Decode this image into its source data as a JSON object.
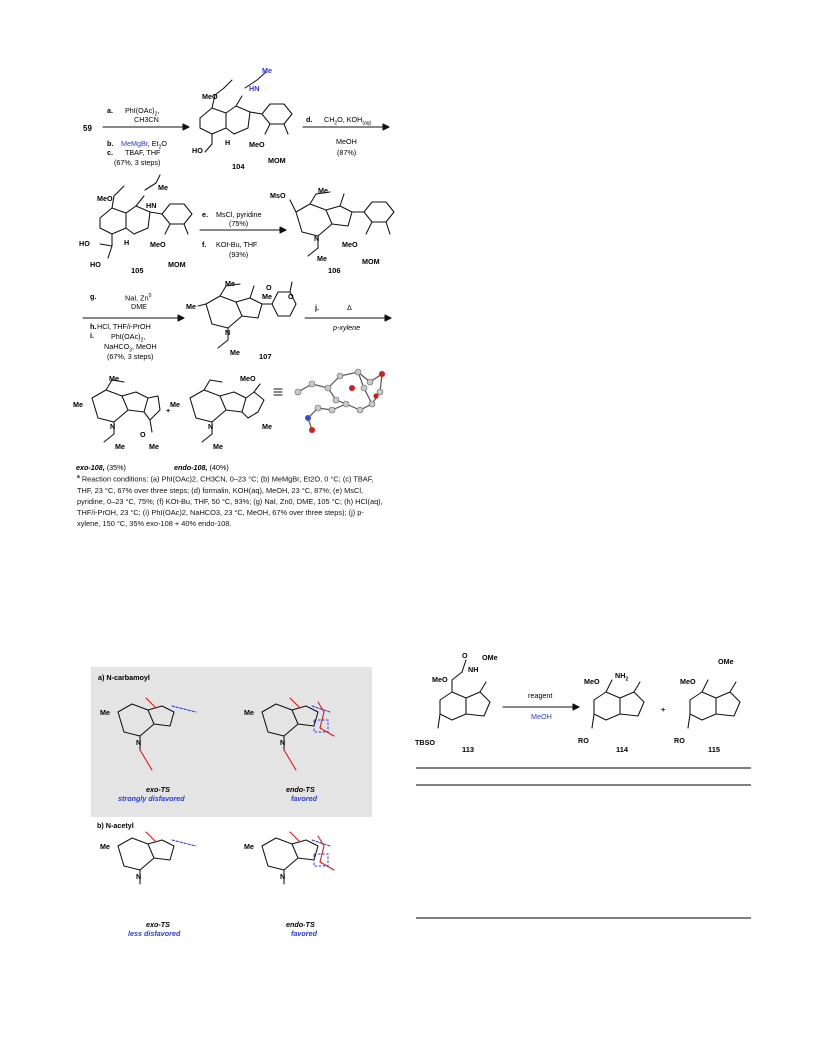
{
  "scheme": {
    "start_compound": "59",
    "step1": {
      "a_letter": "a.",
      "a_reagents": "PhI(OAc)",
      "a_sub": "2",
      "a_solvent": "CH3CN",
      "b_letter": "b.",
      "b_reagent_blue": "MeMgBr",
      "b_rest": ", Et",
      "b_rest2": "O",
      "c_letter": "c.",
      "c_reagents": "TBAF, THF",
      "yield": "(67%, 3 steps)"
    },
    "cpd104": "104",
    "step2": {
      "d_letter": "d.",
      "d_reagents": "CH2O, KOH(aq)",
      "d_solvent": "MeOH",
      "yield": "(87%)"
    },
    "cpd105": "105",
    "step3": {
      "e_letter": "e.",
      "e_reagents": "MsCl, pyridine",
      "e_yield": "(75%)",
      "f_letter": "f.",
      "f_reagents": "KOt-Bu, THF",
      "f_yield": "(93%)"
    },
    "cpd106": "106",
    "step4": {
      "g_letter": "g.",
      "g_reagents": "NaI, Zn0",
      "g_solvent": "DME",
      "h_letter": "h.",
      "h_reagents": "HCl, THF/i-PrOH",
      "i_letter": "i.",
      "i_reagents": "PhI(OAc)2,",
      "i_reagents2": "NaHCO3, MeOH",
      "yield": "(67%, 3 steps)"
    },
    "cpd107": "107",
    "step5": {
      "j_letter": "j.",
      "delta": "Δ",
      "solvent": "p-xylene"
    },
    "exo_label": "exo-108,",
    "exo_yield": "(35%)",
    "endo_label": "endo-108,",
    "endo_yield": "(40%)",
    "plus": "+",
    "equiv": "≡"
  },
  "footnote": {
    "marker": "a",
    "text": "Reaction conditions: (a) PhI(OAc)2, CH3CN, 0–23 °C; (b) MeMgBr, Et2O, 0 °C; (c) TBAF, THF, 23 °C, 67% over three steps; (d) formalin, KOH(aq), MeOH, 23 °C, 87%; (e) MsCl, pyridine, 0–23 °C, 75%; (f) KOt-Bu, THF, 50 °C, 93%; (g) NaI, Zn0, DME, 105 °C; (h) HCl(aq), THF/i-PrOH, 23 °C; (i) PhI(OAc)2, NaHCO3, 23 °C, MeOH, 67% over three steps); (j) p-xylene, 150 °C, 35% exo-108 + 40% endo-108."
  },
  "ts_figure": {
    "panel_a_title": "a) N-carbamoyl",
    "panel_b_title": "b) N-acetyl",
    "a_exo_label": "exo-TS",
    "a_exo_note": "strongly disfavored",
    "a_endo_label": "endo-TS",
    "a_endo_note": "favored",
    "b_exo_label": "exo-TS",
    "b_exo_note": "less disfavored",
    "b_endo_label": "endo-TS",
    "b_endo_note": "favored"
  },
  "table_scheme": {
    "cpd113": "113",
    "cpd114": "114",
    "cpd115": "115",
    "reagent": "reagent",
    "solvent": "MeOH",
    "plus": "+",
    "tbso": "TBSO",
    "ro1": "RO",
    "ro2": "RO",
    "meo": "MeO",
    "ome": "OMe",
    "nh2": "NH2",
    "nh": "NH",
    "ome2": "OMe"
  }
}
